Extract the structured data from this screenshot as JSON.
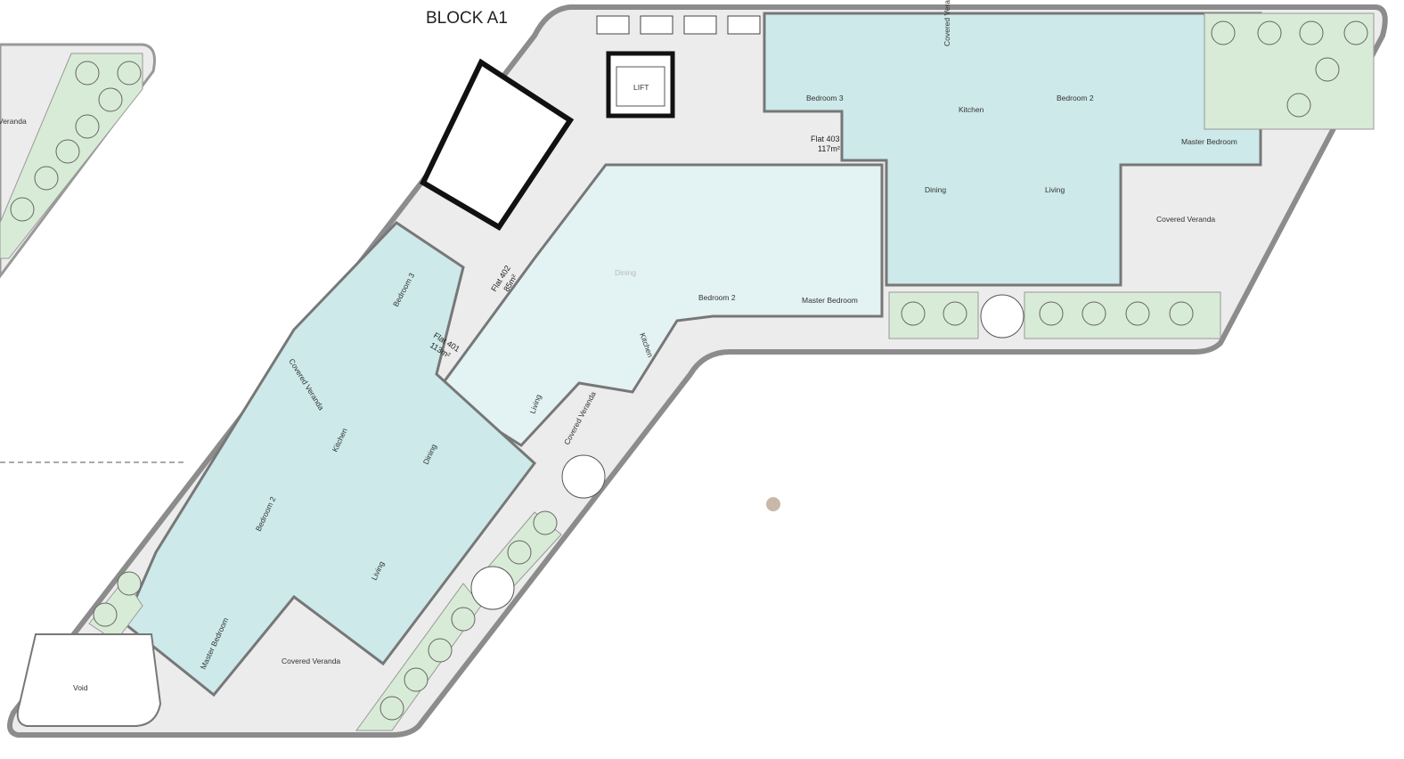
{
  "title": "BLOCK A1",
  "lift": "LIFT",
  "colors": {
    "flat_fill": "#cde9ea",
    "wall": "#8c8c8c",
    "green": "#d8ebd6",
    "terrace": "#ececec"
  },
  "flat403": {
    "name": "Flat 403",
    "area": "117m²",
    "rooms": {
      "bedroom3": "Bedroom 3",
      "covered_veranda": "Covered Veranda",
      "kitchen": "Kitchen",
      "bedroom2": "Bedroom 2",
      "master": "Master Bedroom",
      "dining": "Dining",
      "living": "Living",
      "outer_veranda": "Covered Veranda"
    }
  },
  "flat402": {
    "name": "Flat 402",
    "area": "85m²",
    "rooms": {
      "dining": "Dining",
      "kitchen": "Kitchen",
      "living": "Living",
      "bedroom2": "Bedroom 2",
      "master": "Master Bedroom",
      "veranda": "Covered Veranda"
    }
  },
  "flat401": {
    "name": "Flat 401",
    "area": "113m²",
    "rooms": {
      "bedroom3": "Bedroom 3",
      "covered_veranda": "Covered Veranda",
      "kitchen": "Kitchen",
      "dining": "Dining",
      "bedroom2": "Bedroom 2",
      "living": "Living",
      "master": "Master Bedroom",
      "outer_veranda": "Covered Veranda",
      "void": "Void"
    }
  },
  "neighbour": {
    "veranda": "Veranda"
  }
}
